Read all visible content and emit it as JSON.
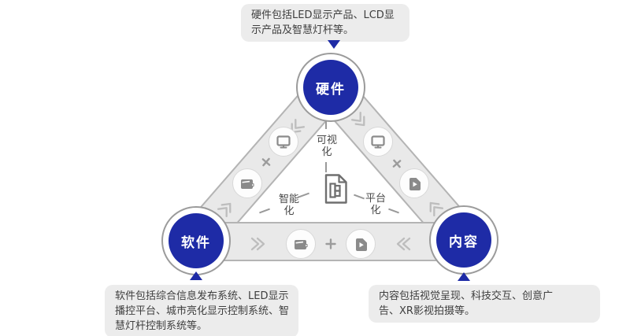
{
  "diagram": {
    "nodes": {
      "hardware": {
        "label": "硬件"
      },
      "software": {
        "label": "软件"
      },
      "content": {
        "label": "内容"
      }
    },
    "callouts": {
      "hardware": {
        "lines": [
          "硬件包括LED显示产品、LCD显",
          "示产品及智慧灯杆等。"
        ]
      },
      "software": {
        "lines": [
          "软件包括综合信息发布系统、LED显示",
          "播控平台、城市亮化显示控制系统、智",
          "慧灯杆控制系统等。"
        ]
      },
      "content": {
        "lines": [
          "内容包括视觉呈现、科技交互、创意广",
          "告、XR影视拍摄等。"
        ]
      }
    },
    "center": {
      "icon": "document-blocks-icon",
      "labels": {
        "visualization": {
          "lines": [
            "可视",
            "化"
          ]
        },
        "intelligence": {
          "lines": [
            "智能",
            "化"
          ]
        },
        "platform": {
          "lines": [
            "平台",
            "化"
          ]
        }
      }
    },
    "edge_icons": {
      "left": [
        "briefcase-icon",
        "plus-icon",
        "monitor-icon"
      ],
      "right": [
        "monitor-icon",
        "plus-icon",
        "media-file-icon"
      ],
      "bottom": [
        "briefcase-icon",
        "plus-icon",
        "media-file-icon"
      ]
    },
    "colors": {
      "primary_blue": "#1e2ba6",
      "band_fill": "#e9e9e9",
      "band_border": "#b4b4b4",
      "callout_bg": "#ececec",
      "text_dark": "#3e3e3e",
      "glyph_grey": "#8a8a8a"
    }
  }
}
